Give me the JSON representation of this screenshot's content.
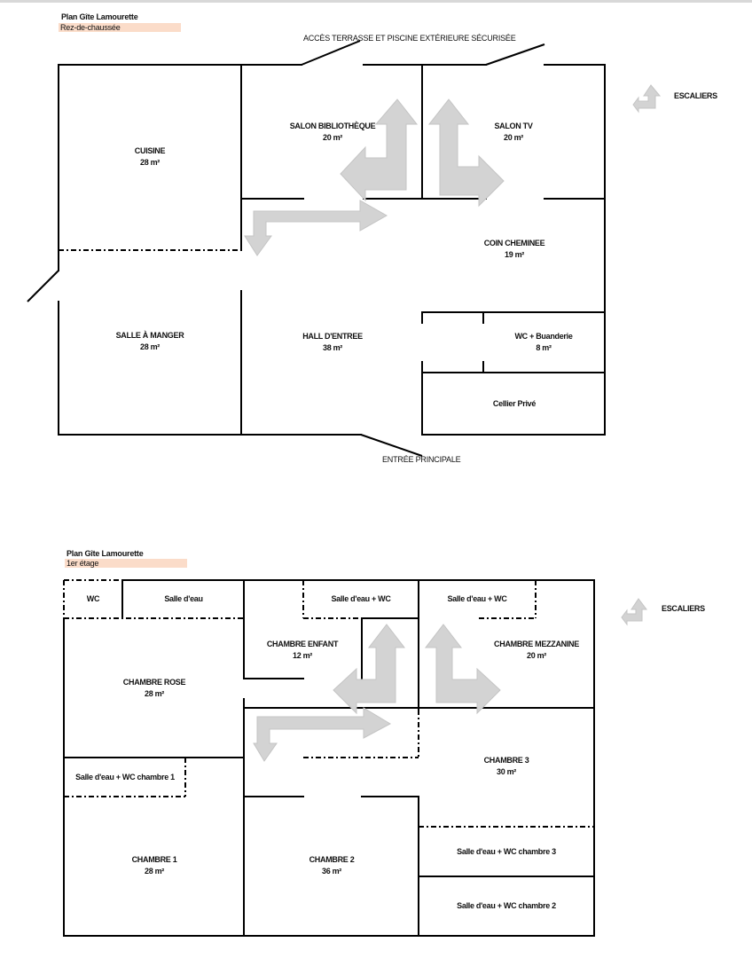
{
  "ground_floor": {
    "title": "Plan Gîte Lamourette",
    "subtitle": "Rez-de-chaussée",
    "top_note": "ACCÈS TERRASSE ET PISCINE EXTÉRIEURE SÉCURISÉE",
    "bottom_note": "ENTRÉE PRINCIPALE",
    "stairs_label": "ESCALIERS",
    "rooms": {
      "cuisine": {
        "name": "CUISINE",
        "area": "28 m²"
      },
      "salon_biblio": {
        "name": "SALON BIBLIOTHÈQUE",
        "area": "20 m²"
      },
      "salon_tv": {
        "name": "SALON TV",
        "area": "20 m²"
      },
      "coin_cheminee": {
        "name": "COIN CHEMINEE",
        "area": "19 m²"
      },
      "salle_manger": {
        "name": "SALLE À MANGER",
        "area": "28 m²"
      },
      "hall": {
        "name": "HALL D'ENTREE",
        "area": "38 m²"
      },
      "wc_buanderie": {
        "name": "WC + Buanderie",
        "area": "8 m²"
      },
      "cellier": {
        "name": "Cellier Privé"
      }
    }
  },
  "first_floor": {
    "title": "Plan Gîte Lamourette",
    "subtitle": "1er étage",
    "stairs_label": "ESCALIERS",
    "rooms": {
      "wc": {
        "name": "WC"
      },
      "salle_eau": {
        "name": "Salle d'eau"
      },
      "sde_wc_a": {
        "name": "Salle d'eau + WC"
      },
      "sde_wc_b": {
        "name": "Salle d'eau + WC"
      },
      "chambre_enfant": {
        "name": "CHAMBRE ENFANT",
        "area": "12 m²"
      },
      "chambre_mezzanine": {
        "name": "CHAMBRE MEZZANINE",
        "area": "20 m²"
      },
      "chambre_rose": {
        "name": "CHAMBRE ROSE",
        "area": "28 m²"
      },
      "sde_ch1": {
        "name": "Salle d'eau + WC chambre 1"
      },
      "chambre3": {
        "name": "CHAMBRE 3",
        "area": "30 m²"
      },
      "chambre1": {
        "name": "CHAMBRE 1",
        "area": "28 m²"
      },
      "chambre2": {
        "name": "CHAMBRE 2",
        "area": "36 m²"
      },
      "sde_ch3": {
        "name": "Salle d'eau + WC chambre 3"
      },
      "sde_ch2": {
        "name": "Salle d'eau + WC chambre 2"
      }
    }
  }
}
